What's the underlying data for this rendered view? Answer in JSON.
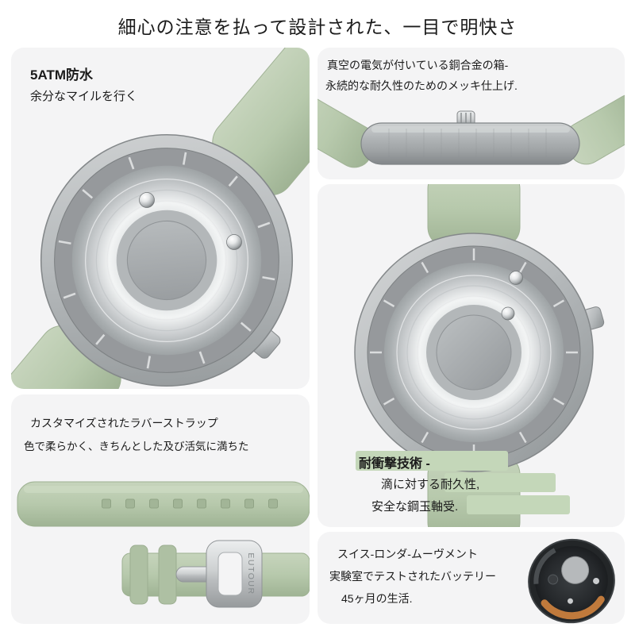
{
  "title": "細心の注意を払って設計された、一目で明快さ",
  "panels": {
    "waterproof": {
      "heading": "5ATM防水",
      "subheading": "余分なマイルを行く"
    },
    "case": {
      "line1": "真空の電気が付いている銅合金の箱-",
      "line2": "永続的な耐久性のためのメッキ仕上げ."
    },
    "shockproof": {
      "heading": "耐衝撃技術 -",
      "line1": "滴に対する耐久性,",
      "line2": "安全な鋼玉軸受."
    },
    "strap": {
      "line1": "カスタマイズされたラバーストラップ",
      "line2": "色で柔らかく、きちんとした及び活気に満ちた"
    },
    "movement": {
      "line1": "スイス-ロンダ-ムーヴメント",
      "line2": "実験室でテストされたバッテリー",
      "line3": "45ヶ月の生活."
    }
  },
  "brand": {
    "buckle_text": "EUTOUR"
  },
  "colors": {
    "strap_green": "#b7c9ac",
    "panel_bg": "#f4f4f5",
    "highlight_green": "#c4d7b9",
    "metal_silver": "#c6c9ca",
    "case_gray": "#9aa0a2"
  }
}
